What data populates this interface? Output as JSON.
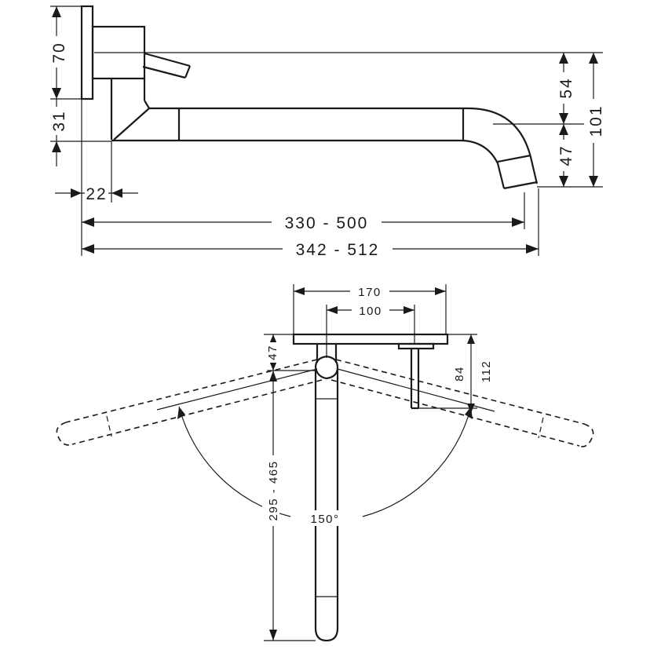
{
  "side_view": {
    "dims": {
      "d70": "70",
      "d31": "31",
      "d22": "22",
      "d54": "54",
      "d101": "101",
      "d47": "47",
      "d330_500": "330 - 500",
      "d342_512": "342 - 512"
    }
  },
  "top_view": {
    "dims": {
      "d170": "170",
      "d100": "100",
      "d47": "47",
      "d84": "84",
      "d112": "112",
      "d295_465": "295 - 465",
      "angle": "150°"
    }
  },
  "colors": {
    "line": "#1a1a1a",
    "background": "#ffffff"
  }
}
